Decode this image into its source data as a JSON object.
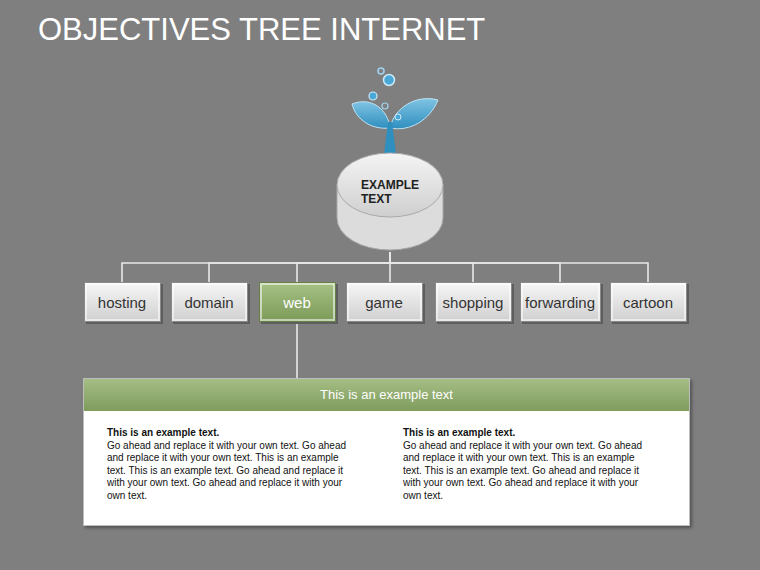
{
  "diagram": {
    "title": "OBJECTIVES TREE INTERNET",
    "nodes": [
      {
        "text": [
          "EXAMPLE TEXT"
        ]
      },
      {
        "text": [
          "hosting"
        ]
      },
      {
        "text": [
          "domain"
        ]
      },
      {
        "text": [
          "web"
        ]
      },
      {
        "text": [
          "game"
        ]
      },
      {
        "text": [
          "shopping"
        ]
      },
      {
        "text": [
          "forwarding"
        ]
      },
      {
        "text": [
          "cartoon"
        ]
      },
      {
        "text": [
          "This is an example text"
        ]
      },
      {
        "text": [
          "This is an example text.",
          "Go ahead and replace it with your own text. Go ahead and replace it with your own text. This is an example text. This is an example text. Go ahead and replace it with your own text. Go ahead and replace it with your own text."
        ],
        "in": 8
      },
      {
        "text": [
          "This is an example text.",
          "Go ahead and replace it with your own text. Go ahead and replace it with your own text. This is an example text. This is an example text. Go ahead and replace it with your own text. Go ahead and replace it with your own text."
        ],
        "in": 8
      }
    ],
    "edges": [
      {
        "from": 0,
        "to": 1,
        "arrow": "none"
      },
      {
        "from": 0,
        "to": 2,
        "arrow": "none"
      },
      {
        "from": 0,
        "to": 3,
        "arrow": "none"
      },
      {
        "from": 0,
        "to": 4,
        "arrow": "none"
      },
      {
        "from": 0,
        "to": 5,
        "arrow": "none"
      },
      {
        "from": 0,
        "to": 6,
        "arrow": "none"
      },
      {
        "from": 0,
        "to": 7,
        "arrow": "none"
      },
      {
        "from": 3,
        "to": 8,
        "arrow": "none"
      }
    ]
  }
}
